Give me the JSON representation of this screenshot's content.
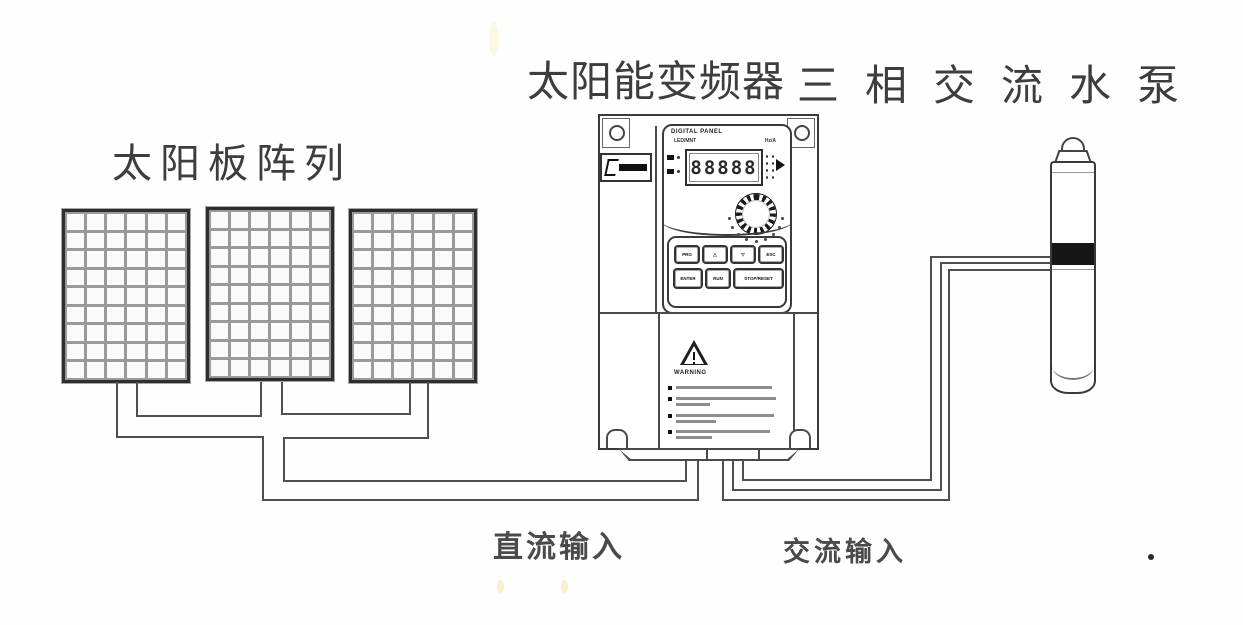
{
  "titles": {
    "solar_array": "太阳板阵列",
    "inverter": "太阳能变频器",
    "pump": "三相交流水泵"
  },
  "labels": {
    "dc_input": "直流输入",
    "ac_input": "交流输入"
  },
  "inverter_panel": {
    "display_header": "DIGITAL PANEL",
    "display_sub_left": "LED/MNT",
    "display_sub_right": "Hz/A",
    "display_value": "88888",
    "keypad_row1": [
      "PRG",
      "△",
      "▽",
      "ESC"
    ],
    "keypad_row2": [
      "ENTER",
      "RUN",
      "STOP/RESET"
    ],
    "warning_title": "WARNING",
    "warning_bullet_count": 4
  },
  "colors": {
    "line": "#4f4f4f",
    "panel_grid": "#9a9a9a",
    "pump_band": "#161616",
    "background": "#fefefe"
  }
}
